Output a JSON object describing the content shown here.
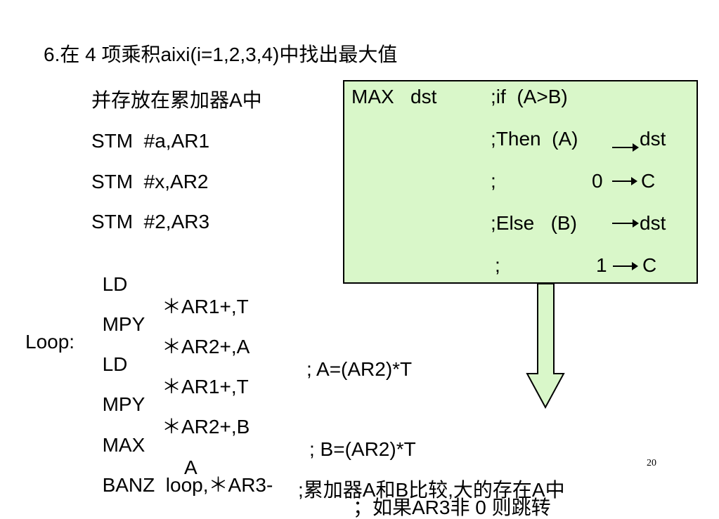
{
  "title": "6.在 4 项乘积aixi(i=1,2,3,4)中找出最大值",
  "subtitle": "并存放在累加器A中",
  "code_lines": [
    {
      "label": "",
      "op": "STM  #a,AR1",
      "arg": "",
      "comment": ""
    },
    {
      "label": "",
      "op": "STM  #x,AR2",
      "arg": "",
      "comment": ""
    },
    {
      "label": "",
      "op": "STM  #2,AR3",
      "arg": "",
      "comment": ""
    },
    {
      "label": "",
      "op": "LD",
      "arg": "＊AR1+,T",
      "comment": ""
    },
    {
      "label": "",
      "op": "MPY",
      "arg": "＊AR2+,A",
      "comment": "; A=(AR2)*T"
    },
    {
      "label": "Loop:",
      "op": "LD",
      "arg": "＊AR1+,T",
      "comment": ""
    },
    {
      "label": "",
      "op": "MPY",
      "arg": "＊AR2+,B",
      "comment": "; B=(AR2)*T"
    },
    {
      "label": "",
      "op": "MAX",
      "arg": "A",
      "comment": ";累加器A和B比较,大的存在A中"
    },
    {
      "label": "",
      "op": "BANZ  loop,＊AR3-",
      "arg": "",
      "comment": "；如果AR3非 0 则跳转"
    }
  ],
  "callout": {
    "instr": "MAX   dst",
    "lines": [
      ";if  (A>B)",
      ";Then  (A)",
      ";",
      ";Else   (B)",
      ";"
    ],
    "left_values": [
      "",
      "",
      "0",
      "",
      "1"
    ],
    "right_values": [
      "",
      "dst",
      "C",
      "dst",
      "C"
    ],
    "fill": "#d9f7c9",
    "arrow_fill": "#d9f7c9"
  },
  "page_number": "20"
}
